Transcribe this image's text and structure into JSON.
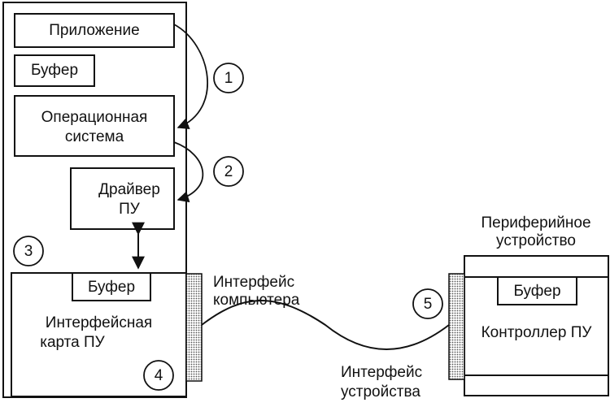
{
  "labels": {
    "app": "Приложение",
    "buffer_top": "Буфер",
    "os_line1": "Операционная",
    "os_line2": "система",
    "driver_line1": "Драйвер",
    "driver_line2": "ПУ",
    "buffer_card": "Буфер",
    "card_line1": "Интерфейсная",
    "card_line2": "карта ПУ",
    "computer_iface_line1": "Интерфейс",
    "computer_iface_line2": "компьютера",
    "device_iface_line1": "Интерфейс",
    "device_iface_line2": "устройства",
    "peripheral_line1": "Периферийное",
    "peripheral_line2": "устройство",
    "buffer_device": "Буфер",
    "controller": "Контроллер ПУ"
  },
  "steps": [
    "1",
    "2",
    "3",
    "4",
    "5"
  ]
}
